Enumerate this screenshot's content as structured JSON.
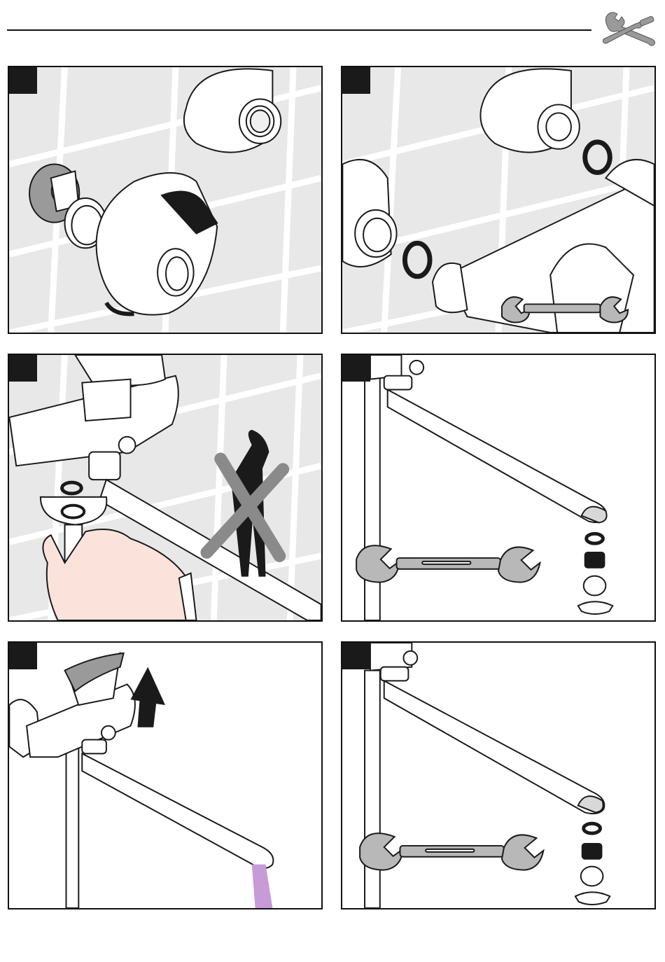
{
  "colors": {
    "rule": "#111111",
    "tile": "#e8e8e8",
    "grout": "#ffffff",
    "outline": "#1a1a1a",
    "part_fill": "#ffffff",
    "shade": "#9a9a9a",
    "tool": "#b8b8b8",
    "skin": "#fbe3db",
    "water": "#c79ad8",
    "cross": "#8a8a8a"
  },
  "icons": {
    "header": "wrench-screwdriver-icon",
    "tool": "open-end-wrench-icon",
    "warning": "crossed-out-pliers-icon",
    "action": "up-arrow-icon"
  },
  "panels": [
    {
      "id": "p1",
      "background": "tiled",
      "content": [
        "wall-connector",
        "wall-flange",
        "eccentric-fitting"
      ]
    },
    {
      "id": "p2",
      "background": "tiled",
      "content": [
        "wall-connector",
        "sealing-ring",
        "mixer-body",
        "open-end-wrench"
      ]
    },
    {
      "id": "p3",
      "background": "tiled",
      "content": [
        "mixer-body",
        "sealing-ring",
        "hand-with-spout",
        "crossed-out-pliers"
      ]
    },
    {
      "id": "p4",
      "background": "plain",
      "content": [
        "spout",
        "open-end-wrench",
        "aerator-parts"
      ]
    },
    {
      "id": "p5",
      "background": "plain",
      "content": [
        "mixer-body",
        "up-arrow",
        "spout",
        "water-flow"
      ]
    },
    {
      "id": "p6",
      "background": "plain",
      "content": [
        "spout",
        "open-end-wrench",
        "aerator-parts"
      ]
    }
  ]
}
